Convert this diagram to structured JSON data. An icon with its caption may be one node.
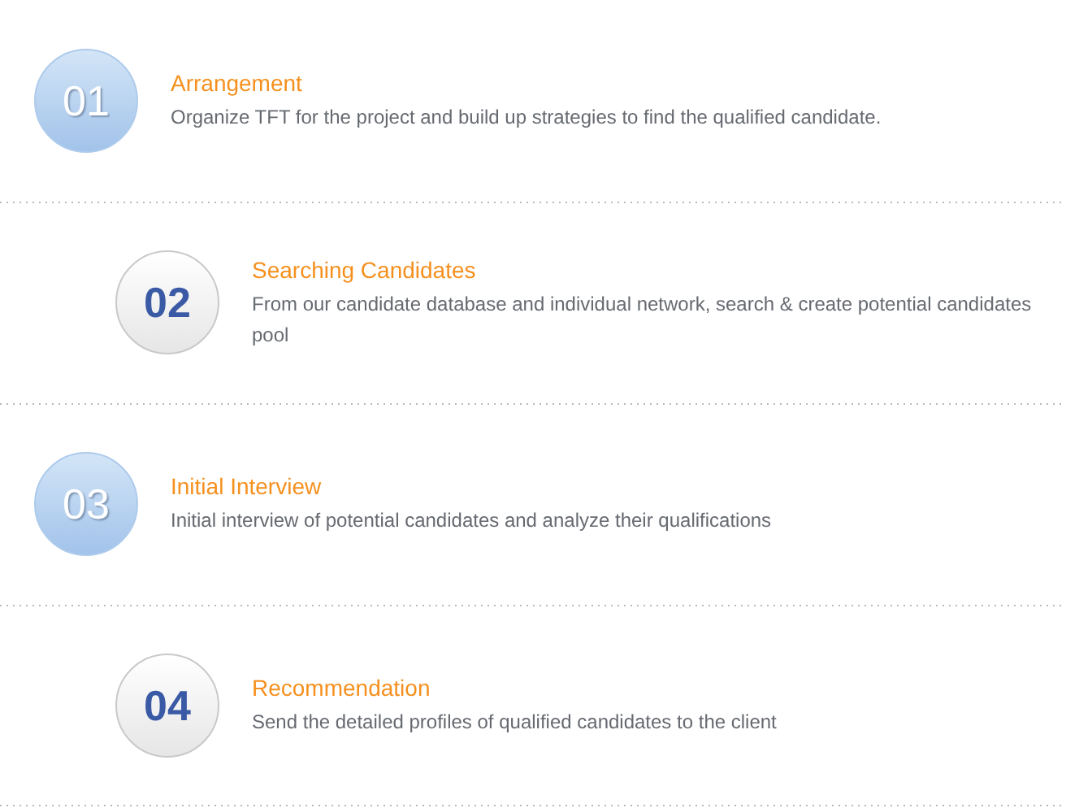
{
  "diagram": {
    "nodes": [
      {
        "text": [
          "01"
        ],
        "beside": [
          "Arrangement",
          "Organize TFT for the project and build up strategies to find the qualified candidate."
        ]
      },
      {
        "text": [
          "02"
        ],
        "beside": [
          "Searching Candidates",
          "From our candidate database and individual network, search & create potential candidates pool"
        ]
      },
      {
        "text": [
          "03"
        ],
        "beside": [
          "Initial Interview",
          "Initial interview of potential candidates and analyze their qualifications"
        ]
      },
      {
        "text": [
          "04"
        ],
        "beside": [
          "Recommendation",
          "Send the detailed profiles of qualified candidates to the client"
        ]
      }
    ]
  }
}
